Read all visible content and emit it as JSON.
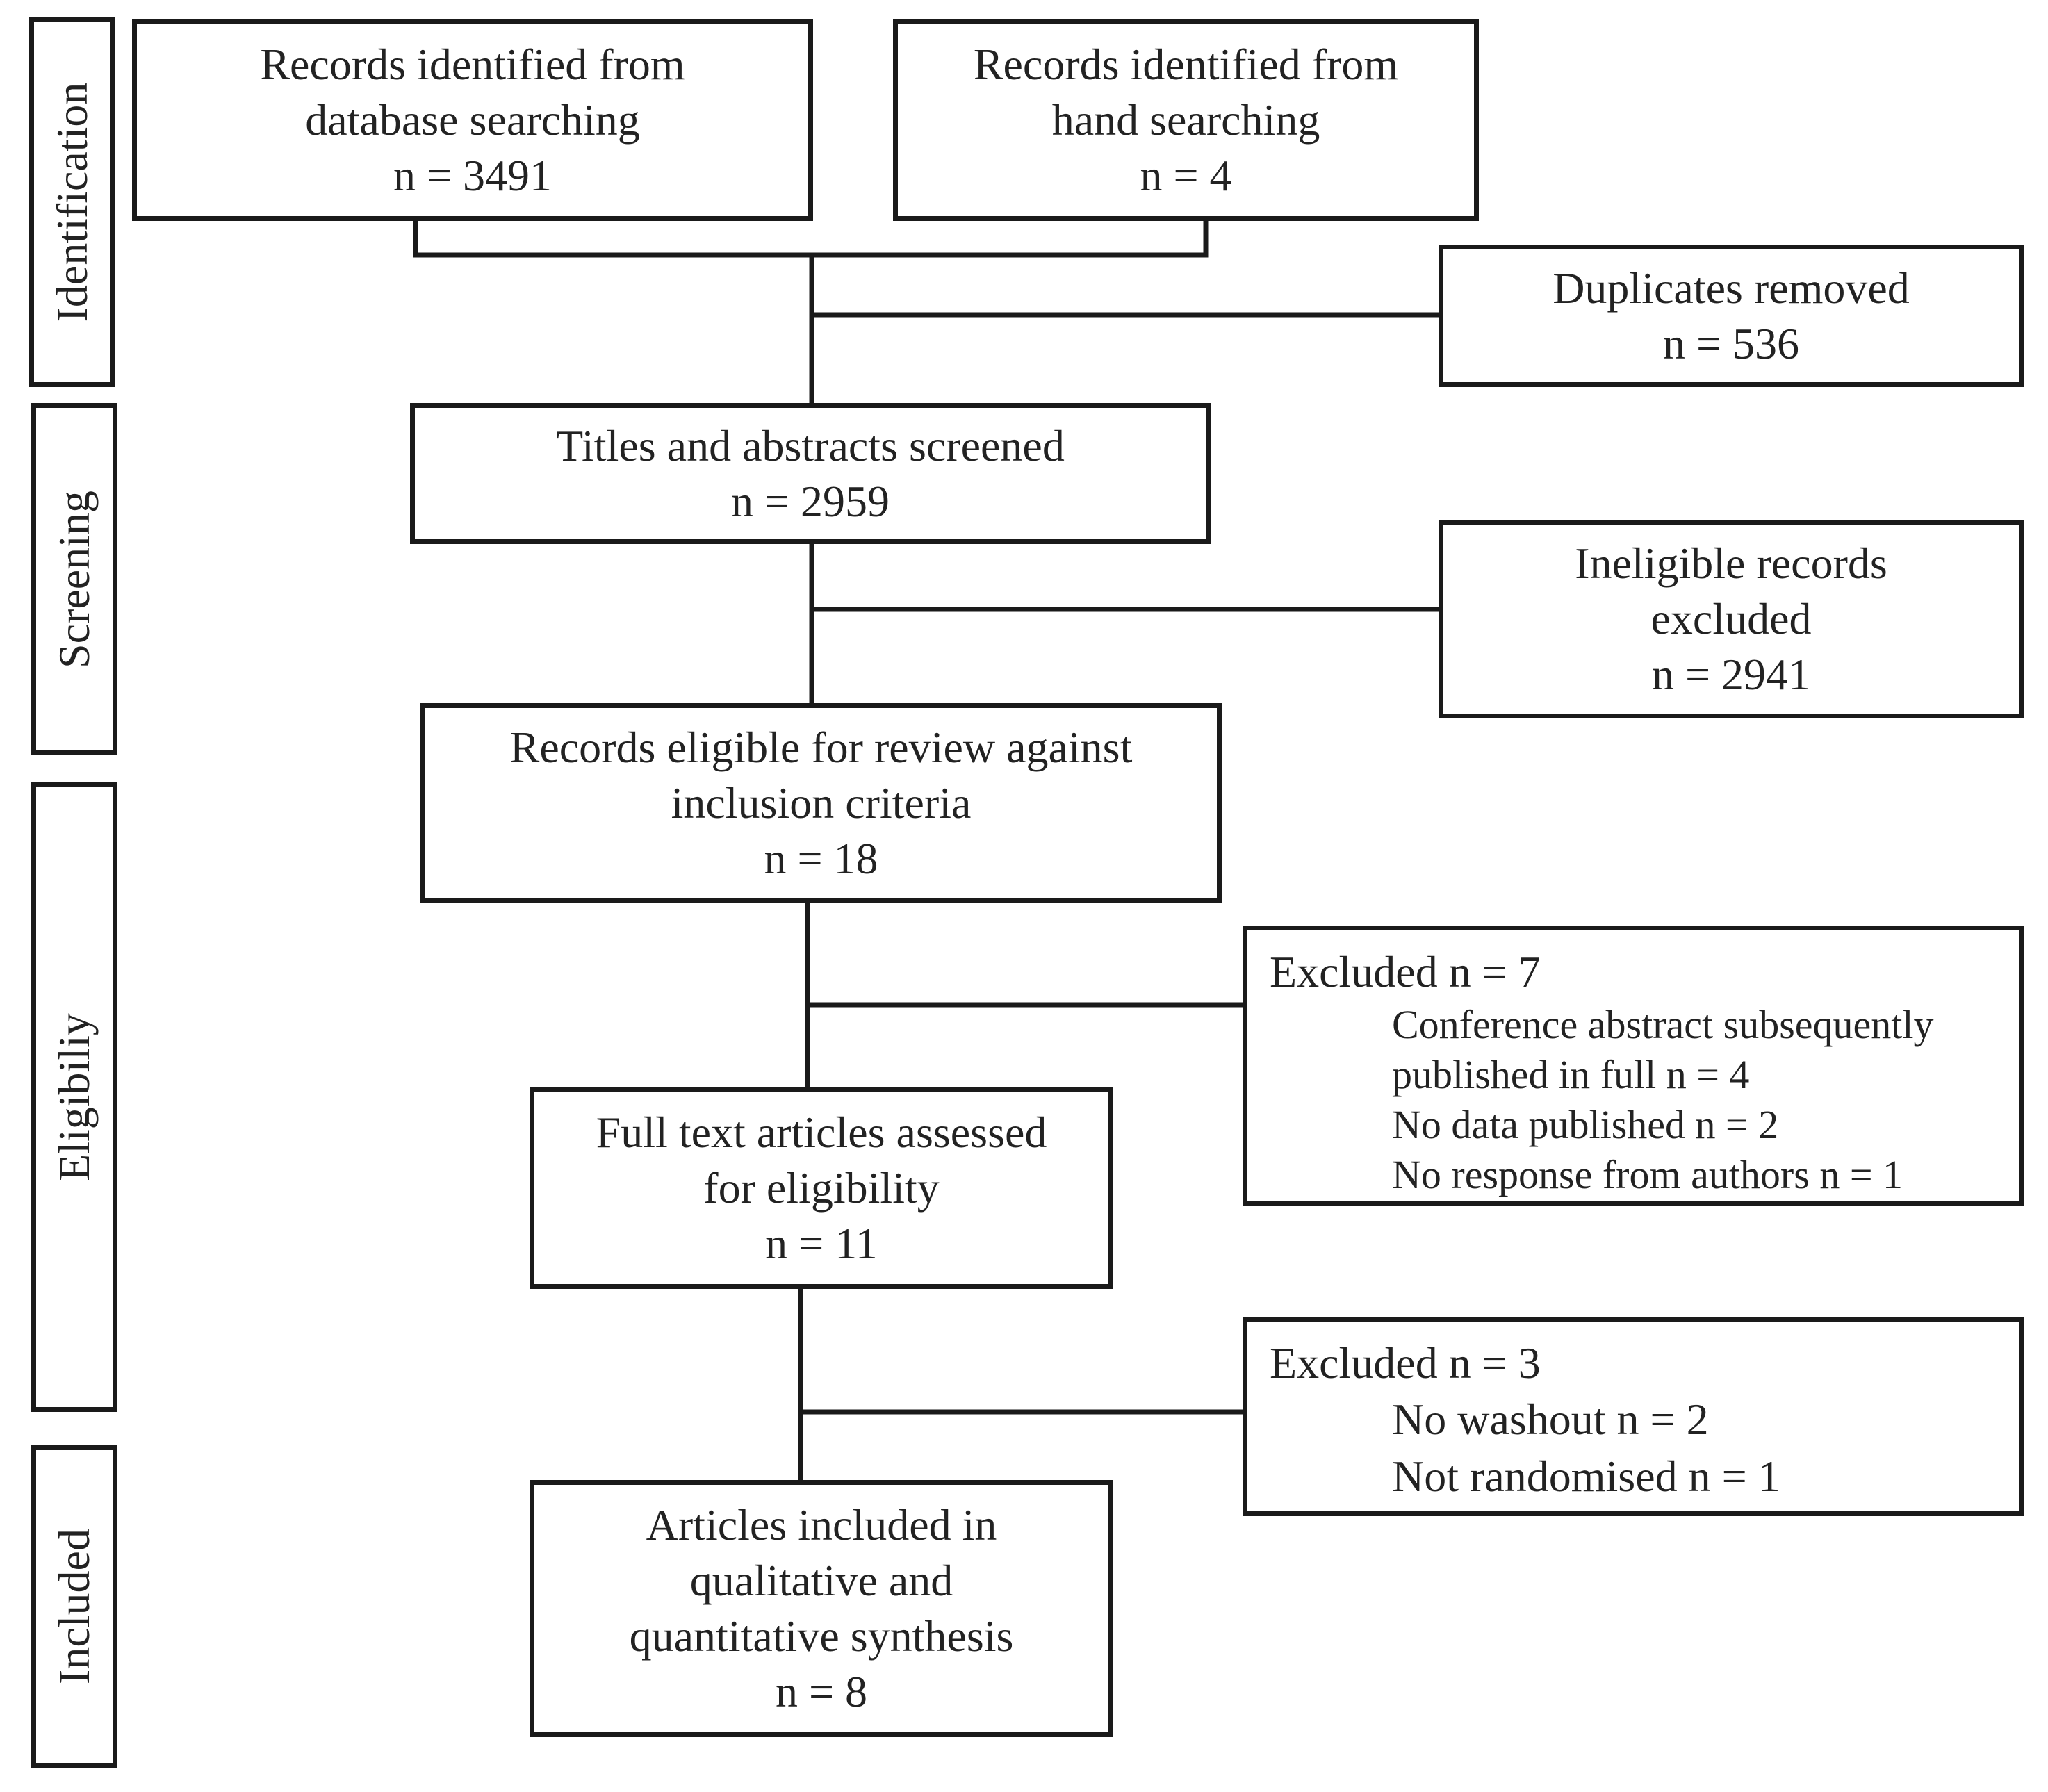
{
  "stages": {
    "identification": "Identification",
    "screening": "Screening",
    "eligibility": "Eligibiliy",
    "included": "Included"
  },
  "boxes": {
    "database_search": {
      "line1": "Records identified from",
      "line2": "database searching",
      "count": "n = 3491"
    },
    "hand_search": {
      "line1": "Records identified from",
      "line2": "hand searching",
      "count": "n = 4"
    },
    "duplicates": {
      "line1": "Duplicates removed",
      "count": "n = 536"
    },
    "screened": {
      "line1": "Titles and abstracts screened",
      "count": "n = 2959"
    },
    "ineligible": {
      "line1": "Ineligible records",
      "line2": "excluded",
      "count": "n = 2941"
    },
    "eligible": {
      "line1": "Records eligible for review against",
      "line2": "inclusion criteria",
      "count": "n = 18"
    },
    "excluded_7": {
      "head": "Excluded n = 7",
      "items": [
        "Conference abstract subsequently",
        "published in full n = 4",
        "No data published n = 2",
        "No response from authors n = 1"
      ]
    },
    "full_text": {
      "line1": "Full text articles assessed",
      "line2": "for eligibility",
      "count": "n = 11"
    },
    "excluded_3": {
      "head": "Excluded n = 3",
      "items": [
        "No washout n = 2",
        "Not randomised n = 1"
      ]
    },
    "included": {
      "line1": "Articles included in",
      "line2": "qualitative and",
      "line3": "quantitative synthesis",
      "count": "n = 8"
    }
  }
}
